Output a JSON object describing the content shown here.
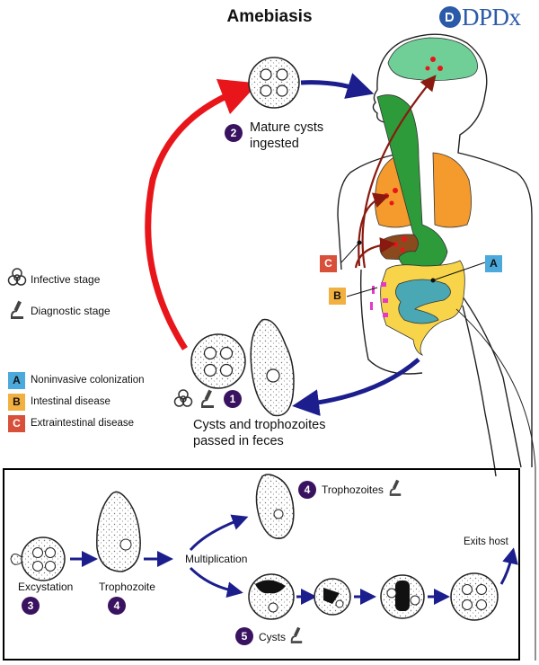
{
  "title": "Amebiasis",
  "logo": {
    "text": "DPDx"
  },
  "steps": {
    "s1": {
      "num": "1",
      "label_line1": "Cysts and trophozoites",
      "label_line2": "passed in feces"
    },
    "s2": {
      "num": "2",
      "label_line1": "Mature cysts",
      "label_line2": "ingested"
    },
    "s3": {
      "num": "3",
      "label": "Excystation"
    },
    "s4a": {
      "num": "4",
      "label": "Trophozoite"
    },
    "s4b": {
      "num": "4",
      "label": "Trophozoites"
    },
    "s5": {
      "num": "5",
      "label": "Cysts"
    }
  },
  "stage_legend": {
    "infective": "Infective stage",
    "diagnostic": "Diagnostic stage"
  },
  "disease_legend": [
    {
      "letter": "A",
      "label": "Noninvasive colonization",
      "color": "#4ba9dc"
    },
    {
      "letter": "B",
      "label": "Intestinal disease",
      "color": "#f2b040"
    },
    {
      "letter": "C",
      "label": "Extraintestinal disease",
      "color": "#d9503a"
    }
  ],
  "body_markers": {
    "A": "A",
    "B": "B",
    "C": "C"
  },
  "bottom_labels": {
    "multiplication": "Multiplication",
    "exits_host": "Exits host"
  },
  "colors": {
    "red_arrow": "#e8161b",
    "blue_arrow": "#1b1e8c",
    "number_badge": "#3a1360",
    "brain": "#6fcf97",
    "lungs": "#f59a2c",
    "gut_green": "#2e9b3a",
    "liver": "#8a4a1e",
    "colon": "#f7d449",
    "small_intestine": "#4aa8b5",
    "logo": "#2a5aa8"
  },
  "icons": [
    "biohazard-icon",
    "microscope-icon"
  ]
}
